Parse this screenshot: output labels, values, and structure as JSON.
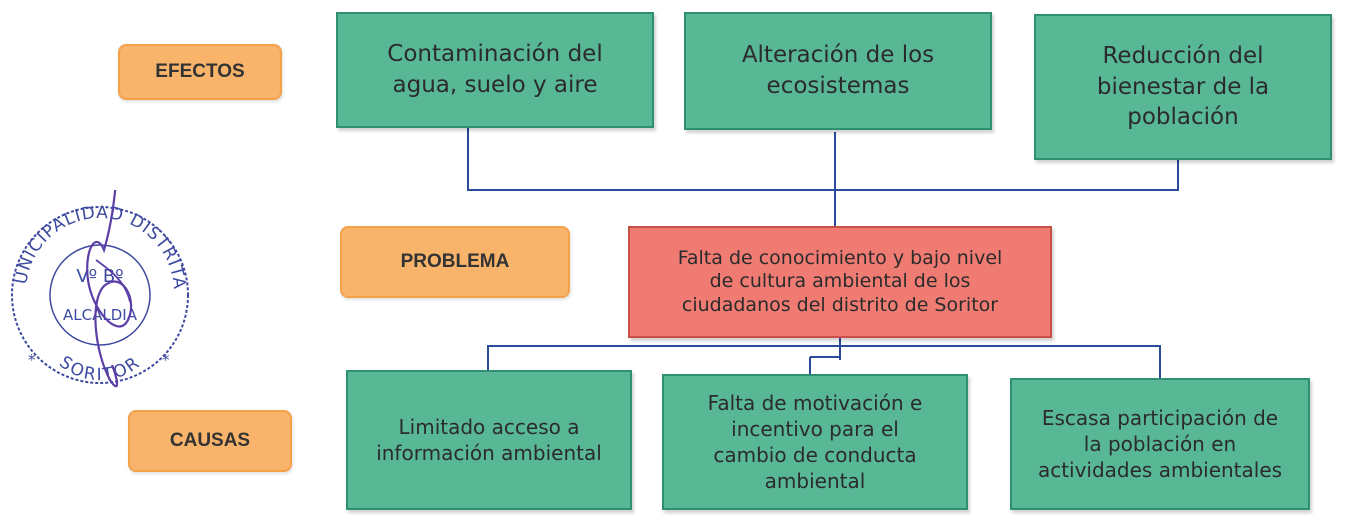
{
  "labels": {
    "effects": "EFECTOS",
    "problem": "PROBLEMA",
    "causes": "CAUSAS"
  },
  "effects": [
    "Contaminación del\nagua, suelo y aire",
    "Alteración de los\necosistemas",
    "Reducción del\nbienestar de la\npoblación"
  ],
  "problem": "Falta de conocimiento y bajo nivel\nde cultura ambiental de los\nciudadanos del distrito de Soritor",
  "causes": [
    "Limitado acceso a\ninformación ambiental",
    "Falta de motivación e\nincentivo para el\ncambio de conducta\nambiental",
    "Escasa participación de\nla población en\nactividades ambientales"
  ],
  "stamp": {
    "top_text": "MUNICIPALIDAD DISTRITAL",
    "center_top": "Vº Bº",
    "center_bottom": "ALCALDIA",
    "bottom_text": "SORITOR"
  },
  "colors": {
    "label_fill": "#f8b46a",
    "effect_fill": "#58b896",
    "cause_fill": "#58b896",
    "problem_fill": "#ef7b73",
    "connector": "#2a4a9a"
  }
}
